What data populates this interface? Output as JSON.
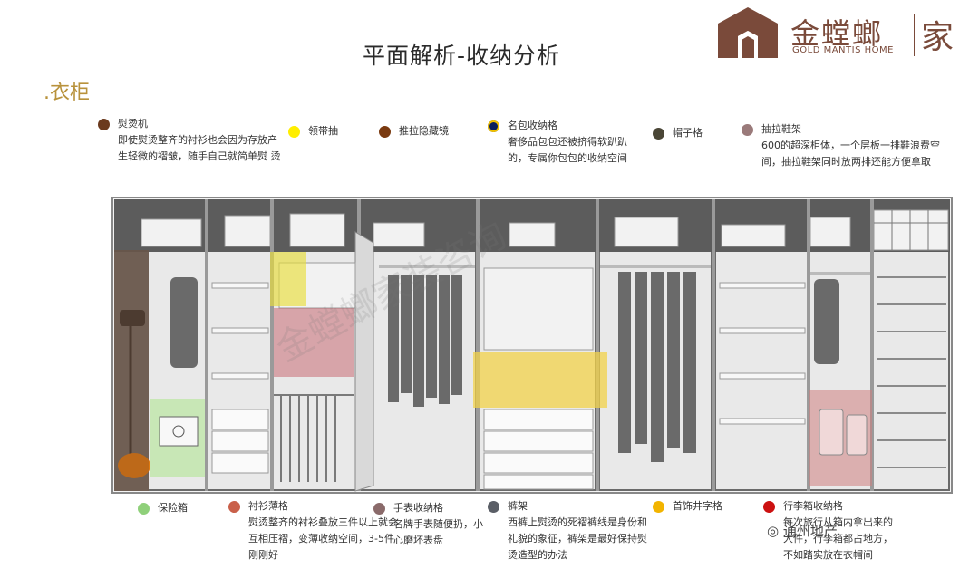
{
  "header": {
    "logo_cn": "金螳螂",
    "logo_en": "GOLD MANTIS HOME",
    "logo_home": "家",
    "page_title": "平面解析-收纳分析",
    "section_title": ".衣柜"
  },
  "legend_top": [
    {
      "label": "熨烫机",
      "desc": "即使熨烫整齐的衬衫也会因为存放产生轻微的褶皱，随手自己就简单熨 烫",
      "color": "#6b3a1e"
    },
    {
      "label": "领带抽",
      "desc": "",
      "color": "#ffee00"
    },
    {
      "label": "推拉隐藏镜",
      "desc": "",
      "color": "#7a3a10"
    },
    {
      "label": "名包收纳格",
      "desc": "奢侈品包包还被挤得软趴趴的，专属你包包的收纳空间",
      "color": "#0a1f5c"
    },
    {
      "label": "帽子格",
      "desc": "",
      "color": "#4a4636"
    },
    {
      "label": "抽拉鞋架",
      "desc": "600的超深柜体，一个层板一排鞋浪费空间，抽拉鞋架同时放两排还能方便拿取",
      "color": "#9a7a7a"
    }
  ],
  "legend_bottom": [
    {
      "label": "保险箱",
      "desc": "",
      "color": "#8fd07a"
    },
    {
      "label": "衬衫薄格",
      "desc": "熨烫整齐的衬衫叠放三件以上就会互相压褶，变薄收纳空间，3-5件刚刚好",
      "color": "#c9604a"
    },
    {
      "label": "手表收纳格",
      "desc": "名牌手表随便扔，小心磨坏表盘",
      "color": "#8a6a6a"
    },
    {
      "label": "裤架",
      "desc": "西裤上熨烫的死褶裤线是身份和礼貌的象征，裤架是最好保持熨烫造型的办法",
      "color": "#5a5e66"
    },
    {
      "label": "首饰井字格",
      "desc": "",
      "color": "#f2b400"
    },
    {
      "label": "行李箱收纳格",
      "desc": "每次旅行从箱内拿出来的大件，行李箱都占地方，不如踏实放在衣帽间",
      "color": "#cc1111"
    }
  ],
  "watermark": "金螳螂家装咨询",
  "wechat_text": "通州地产"
}
